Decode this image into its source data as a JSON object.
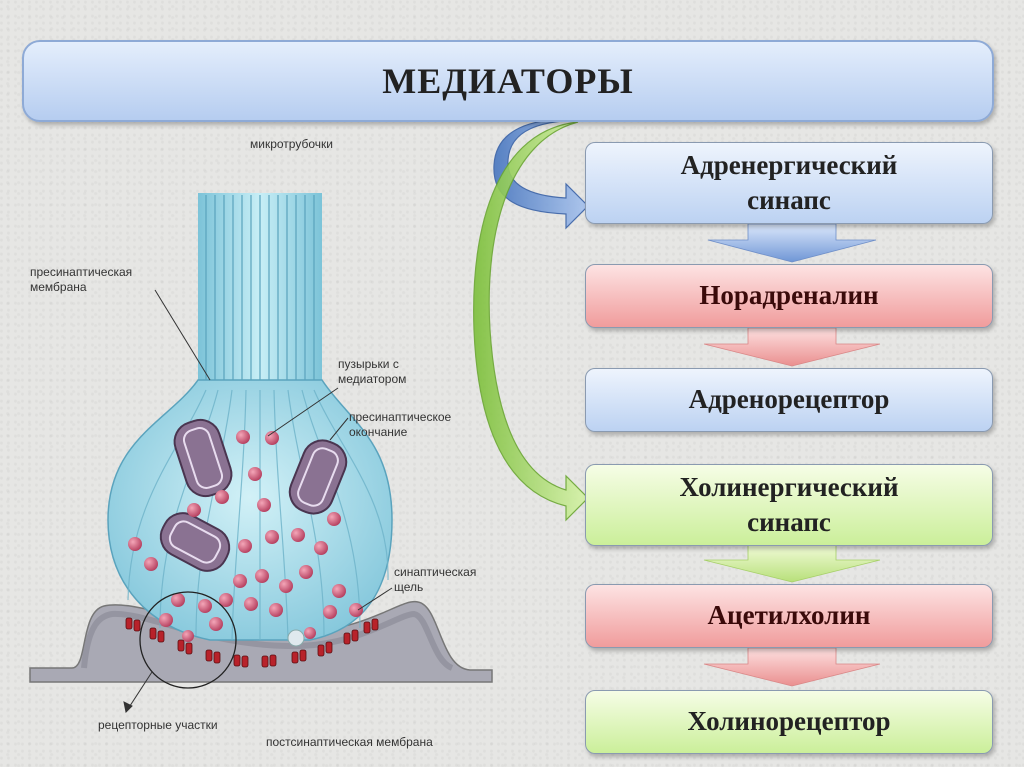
{
  "title": "МЕДИАТОРЫ",
  "flow": [
    {
      "text": "Адренергический синапс",
      "color": "blue"
    },
    {
      "text": "Норадреналин",
      "color": "red"
    },
    {
      "text": "Адренорецептор",
      "color": "blue"
    },
    {
      "text": "Холинергический синапс",
      "color": "green"
    },
    {
      "text": "Ацетилхолин",
      "color": "red"
    },
    {
      "text": "Холинорецептор",
      "color": "green"
    }
  ],
  "labels": {
    "microtubules": "микротрубочки",
    "presynaptic_membrane": "пресинаптическая\nмембрана",
    "vesicles": "пузырьки с\nмедиатором",
    "presynaptic_ending": "пресинаптическое\nокончание",
    "synaptic_cleft": "синаптическая\nщель",
    "receptor_sites": "рецепторные участки",
    "postsynaptic_membrane": "постсинаптическая мембрана"
  },
  "colors": {
    "blue_box": "#bcd2f2",
    "red_box": "#f09c9c",
    "green_box": "#cbef9a",
    "vesicle": "#c8506e",
    "terminal": "#a9dcea"
  }
}
